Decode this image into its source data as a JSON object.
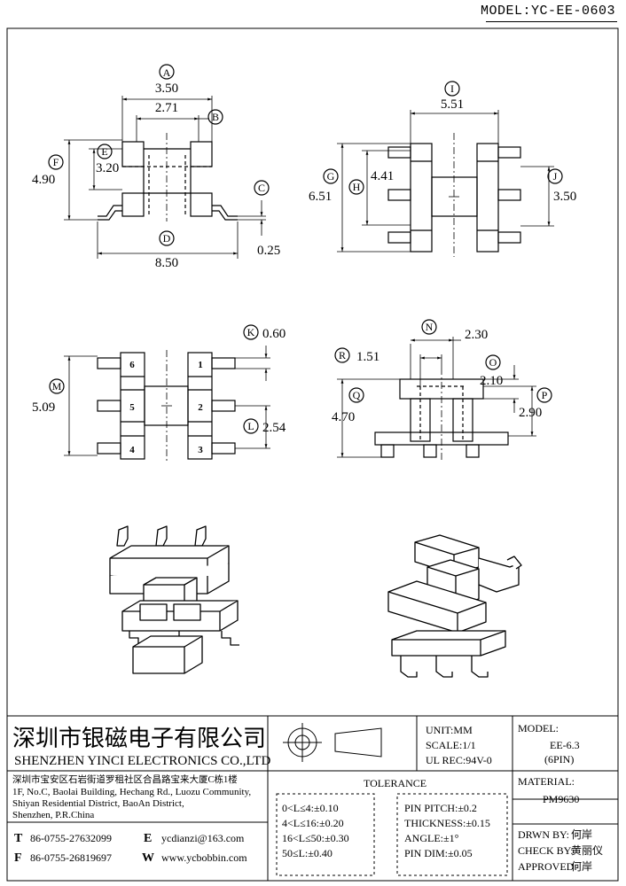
{
  "model_header": "MODEL:YC-EE-0603",
  "views": {
    "front": {
      "A": {
        "letter": "A",
        "value": "3.50"
      },
      "B": {
        "letter": "B",
        "value": "2.71"
      },
      "C": {
        "letter": "C",
        "value": "0.25"
      },
      "D": {
        "letter": "D",
        "value": "8.50"
      },
      "E": {
        "letter": "E",
        "value": "3.20"
      },
      "F": {
        "letter": "F",
        "value": "4.90"
      }
    },
    "side": {
      "I": {
        "letter": "I",
        "value": "5.51"
      },
      "G": {
        "letter": "G",
        "value": "6.51"
      },
      "H": {
        "letter": "H",
        "value": "4.41"
      },
      "J": {
        "letter": "J",
        "value": "3.50"
      }
    },
    "bottom": {
      "K": {
        "letter": "K",
        "value": "0.60"
      },
      "L": {
        "letter": "L",
        "value": "2.54"
      },
      "M": {
        "letter": "M",
        "value": "5.09"
      },
      "pins": [
        "6",
        "1",
        "5",
        "2",
        "4",
        "3"
      ]
    },
    "end": {
      "N": {
        "letter": "N",
        "value": "2.30"
      },
      "R": {
        "letter": "R",
        "value": "1.51"
      },
      "O": {
        "letter": "O",
        "value": "2.10"
      },
      "Q": {
        "letter": "Q",
        "value": "4.70"
      },
      "P": {
        "letter": "P",
        "value": "2.90"
      }
    }
  },
  "title_block": {
    "company_cn": "深圳市银磁电子有限公司",
    "company_en": "SHENZHEN YINCI ELECTRONICS CO.,LTD",
    "address_cn": "深圳市宝安区石岩街道罗租社区合昌路宝来大厦C栋1楼",
    "address_en": [
      "1F, No.C, Baolai Building, Hechang Rd., Luozu Community,",
      "Shiyan Residential District, BaoAn District,",
      "Shenzhen, P.R.China"
    ],
    "tel_icon": "T",
    "tel": "86-0755-27632099",
    "fax_icon": "F",
    "fax": "86-0755-26819697",
    "email_icon": "E",
    "email": "ycdianzi@163.com",
    "web_icon": "W",
    "web": "www.ycbobbin.com",
    "unit": "UNIT:MM",
    "scale": "SCALE:1/1",
    "ul_rec": "UL REC:94V-0",
    "model_label": "MODEL:",
    "model_value": "EE-6.3",
    "model_pins": "(6PIN)",
    "material_label": "MATERIAL:",
    "material_value": "PM9630",
    "tolerance_title": "TOLERANCE",
    "tolerances": [
      "0<L≤4:±0.10",
      "4<L≤16:±0.20",
      "16<L≤50:±0.30",
      "50≤L:±0.40"
    ],
    "pin_specs": [
      "PIN PITCH:±0.2",
      "THICKNESS:±0.15",
      "ANGLE:±1°",
      "PIN DIM:±0.05"
    ],
    "drawn_by_label": "DRWN BY:",
    "drawn_by": "何岸",
    "check_by_label": "CHECK BY:",
    "check_by": "黄丽仪",
    "approved_label": "APPROVED:",
    "approved_by": "何岸"
  }
}
